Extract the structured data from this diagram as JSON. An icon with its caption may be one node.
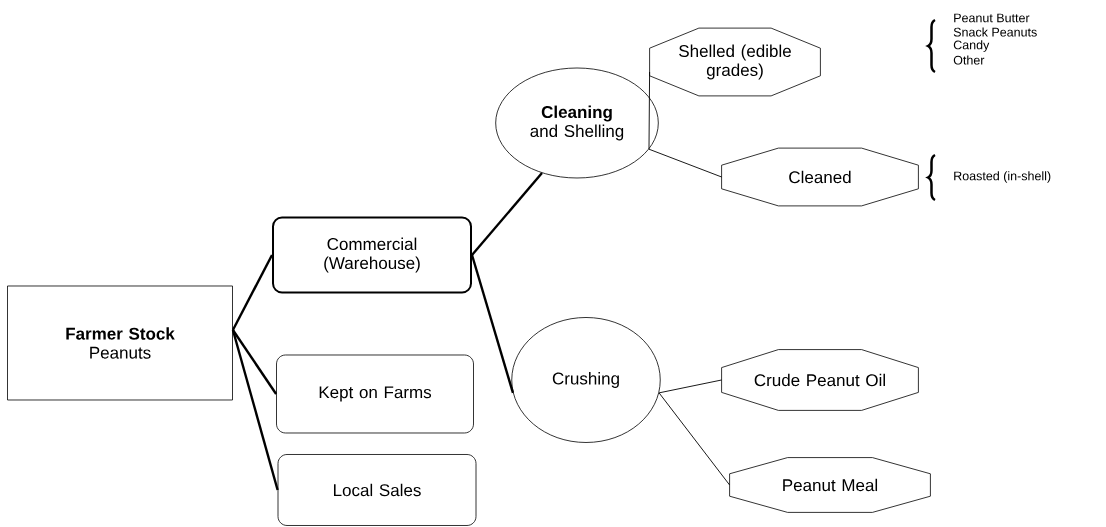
{
  "diagram": {
    "nodes": [
      {
        "text": [
          "Farmer Stock",
          "Peanuts"
        ]
      },
      {
        "text": [
          "Commercial (Warehouse)"
        ]
      },
      {
        "text": [
          "Kept on Farms"
        ]
      },
      {
        "text": [
          "Local Sales"
        ]
      },
      {
        "text": [
          "Cleaning",
          "and Shelling"
        ]
      },
      {
        "text": [
          "Crushing"
        ]
      },
      {
        "text": [
          "Shelled (edible grades)"
        ],
        "beside": [
          "Peanut Butter",
          "Snack Peanuts",
          "Candy",
          "Other"
        ]
      },
      {
        "text": [
          "Cleaned"
        ],
        "beside": [
          "Roasted (in-shell)"
        ]
      },
      {
        "text": [
          "Crude Peanut Oil"
        ]
      },
      {
        "text": [
          "Peanut Meal"
        ]
      }
    ],
    "edges": [
      {
        "from": 0,
        "to": 1,
        "arrow": "none"
      },
      {
        "from": 0,
        "to": 2,
        "arrow": "none"
      },
      {
        "from": 0,
        "to": 3,
        "arrow": "none"
      },
      {
        "from": 1,
        "to": 4,
        "arrow": "none"
      },
      {
        "from": 1,
        "to": 5,
        "arrow": "none"
      },
      {
        "from": 4,
        "to": 6,
        "arrow": "none"
      },
      {
        "from": 4,
        "to": 7,
        "arrow": "none"
      },
      {
        "from": 5,
        "to": 8,
        "arrow": "none"
      },
      {
        "from": 5,
        "to": 9,
        "arrow": "none"
      }
    ]
  }
}
